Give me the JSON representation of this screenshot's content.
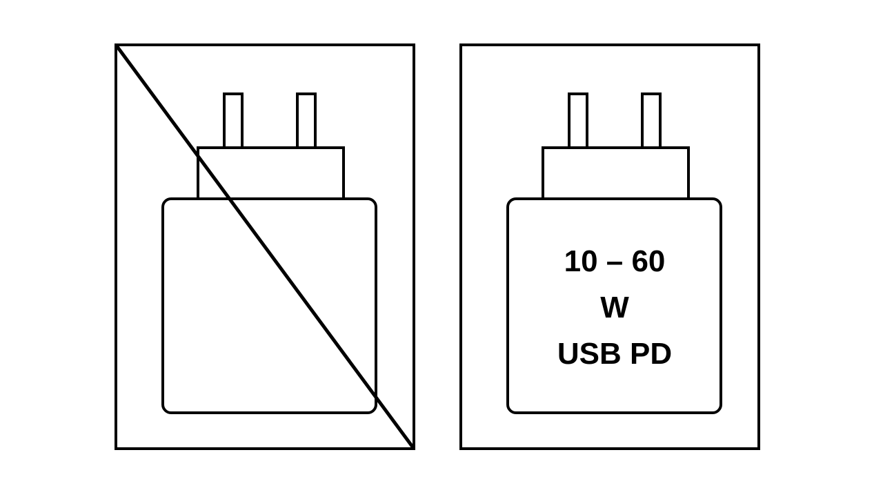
{
  "colors": {
    "stroke": "#000000",
    "background": "#ffffff"
  },
  "panels": [
    {
      "icon": "charger-crossed-out-icon",
      "crossed_out": true,
      "label_lines": []
    },
    {
      "icon": "charger-icon",
      "crossed_out": false,
      "label_lines": [
        "10 – 60",
        "W",
        "USB PD"
      ]
    }
  ]
}
